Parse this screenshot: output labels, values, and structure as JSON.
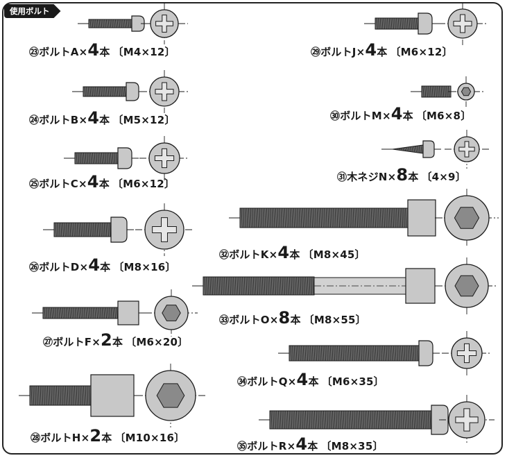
{
  "tag_label": "使用ボルト",
  "colors": {
    "ink": "#1a1a1a",
    "thread": "#6e6e6e",
    "head": "#c8c8c8",
    "cross": "#c6c6c6"
  },
  "bolts": [
    {
      "id": "A",
      "num": "㉓",
      "name": "ボルトA",
      "x": "×",
      "qty": "4",
      "unit": "本",
      "spec": "〔M4×12〕",
      "drive": "cross"
    },
    {
      "id": "B",
      "num": "㉔",
      "name": "ボルトB",
      "x": "×",
      "qty": "4",
      "unit": "本",
      "spec": "〔M5×12〕",
      "drive": "cross"
    },
    {
      "id": "C",
      "num": "㉕",
      "name": "ボルトC",
      "x": "×",
      "qty": "4",
      "unit": "本",
      "spec": "〔M6×12〕",
      "drive": "cross"
    },
    {
      "id": "D",
      "num": "㉖",
      "name": "ボルトD",
      "x": "×",
      "qty": "4",
      "unit": "本",
      "spec": "〔M8×16〕",
      "drive": "cross"
    },
    {
      "id": "F",
      "num": "㉗",
      "name": "ボルトF",
      "x": "×",
      "qty": "2",
      "unit": "本",
      "spec": "〔M6×20〕",
      "drive": "hex"
    },
    {
      "id": "H",
      "num": "㉘",
      "name": "ボルトH",
      "x": "×",
      "qty": "2",
      "unit": "本",
      "spec": "〔M10×16〕",
      "drive": "hex"
    },
    {
      "id": "J",
      "num": "㉙",
      "name": "ボルトJ",
      "x": "×",
      "qty": "4",
      "unit": "本",
      "spec": "〔M6×12〕",
      "drive": "cross"
    },
    {
      "id": "M",
      "num": "㉚",
      "name": "ボルトM",
      "x": "×",
      "qty": "4",
      "unit": "本",
      "spec": "〔M6×8〕",
      "drive": "hex"
    },
    {
      "id": "N",
      "num": "㉛",
      "name": "木ネジN",
      "x": "×",
      "qty": "8",
      "unit": "本",
      "spec": "〔4×9〕",
      "drive": "cross"
    },
    {
      "id": "K",
      "num": "㉜",
      "name": "ボルトK",
      "x": "×",
      "qty": "4",
      "unit": "本",
      "spec": "〔M8×45〕",
      "drive": "hex"
    },
    {
      "id": "O",
      "num": "㉝",
      "name": "ボルトO",
      "x": "×",
      "qty": "8",
      "unit": "本",
      "spec": "〔M8×55〕",
      "drive": "hex"
    },
    {
      "id": "Q",
      "num": "㉞",
      "name": "ボルトQ",
      "x": "×",
      "qty": "4",
      "unit": "本",
      "spec": "〔M6×35〕",
      "drive": "cross"
    },
    {
      "id": "R",
      "num": "㉟",
      "name": "ボルトR",
      "x": "×",
      "qty": "4",
      "unit": "本",
      "spec": "〔M8×35〕",
      "drive": "cross"
    }
  ]
}
